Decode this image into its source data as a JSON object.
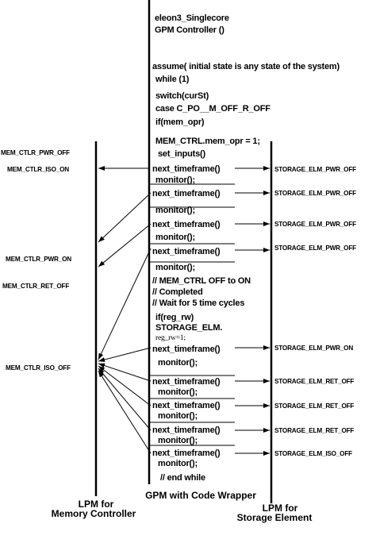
{
  "code_lines": [
    "eleon3_Singlecore",
    "GPM Controller ()",
    "assume( initial state is any state of the system)",
    "while (1)",
    "switch(curSt)",
    "case C_PO__M_OFF_R_OFF",
    "if(mem_opr)",
    "MEM_CTRL.mem_opr = 1;",
    "set_inputs()",
    "next_timeframe()",
    "monitor();",
    "next_timeframe()",
    "monitor();",
    "next_timeframe()",
    "monitor();",
    "next_timeframe()",
    "monitor();",
    "// MEM_CTRL OFF to ON",
    "// Completed",
    "// Wait for 5 time cycles",
    "if(reg_rw)",
    "STORAGE_ELM.",
    "reg_rw=1;",
    "next_timeframe()",
    "monitor();",
    "next_timeframe()",
    "monitor();",
    "next_timeframe()",
    "monitor();",
    "next_timeframe()",
    "monitor();",
    "next_timeframe()",
    "monitor();",
    "// end while"
  ],
  "left_labels": [
    "MEM_CTLR_PWR_OFF",
    "MEM_CTLR_ISO_ON",
    "MEM_CTLR_PWR_ON",
    "MEM_CTLR_RET_OFF",
    "MEM_CTLR_ISO_OFF"
  ],
  "right_labels": [
    "STORAGE_ELM_PWR_OFF",
    "STORAGE_ELM_PWR_OFF",
    "STORAGE_ELM_PWR_OFF",
    "STORAGE_ELM_PWR_OFF",
    "STORAGE_ELM_PWR_ON",
    "STORAGE_ELM_RET_OFF",
    "STORAGE_ELM_RET_OFF",
    "STORAGE_ELM_RET_OFF",
    "STORAGE_ELM_ISO_OFF"
  ],
  "footer": {
    "center": "GPM with Code Wrapper",
    "left": [
      "LPM for",
      "Memory Controller"
    ],
    "right": [
      "LPM for",
      "Storage Element"
    ]
  }
}
